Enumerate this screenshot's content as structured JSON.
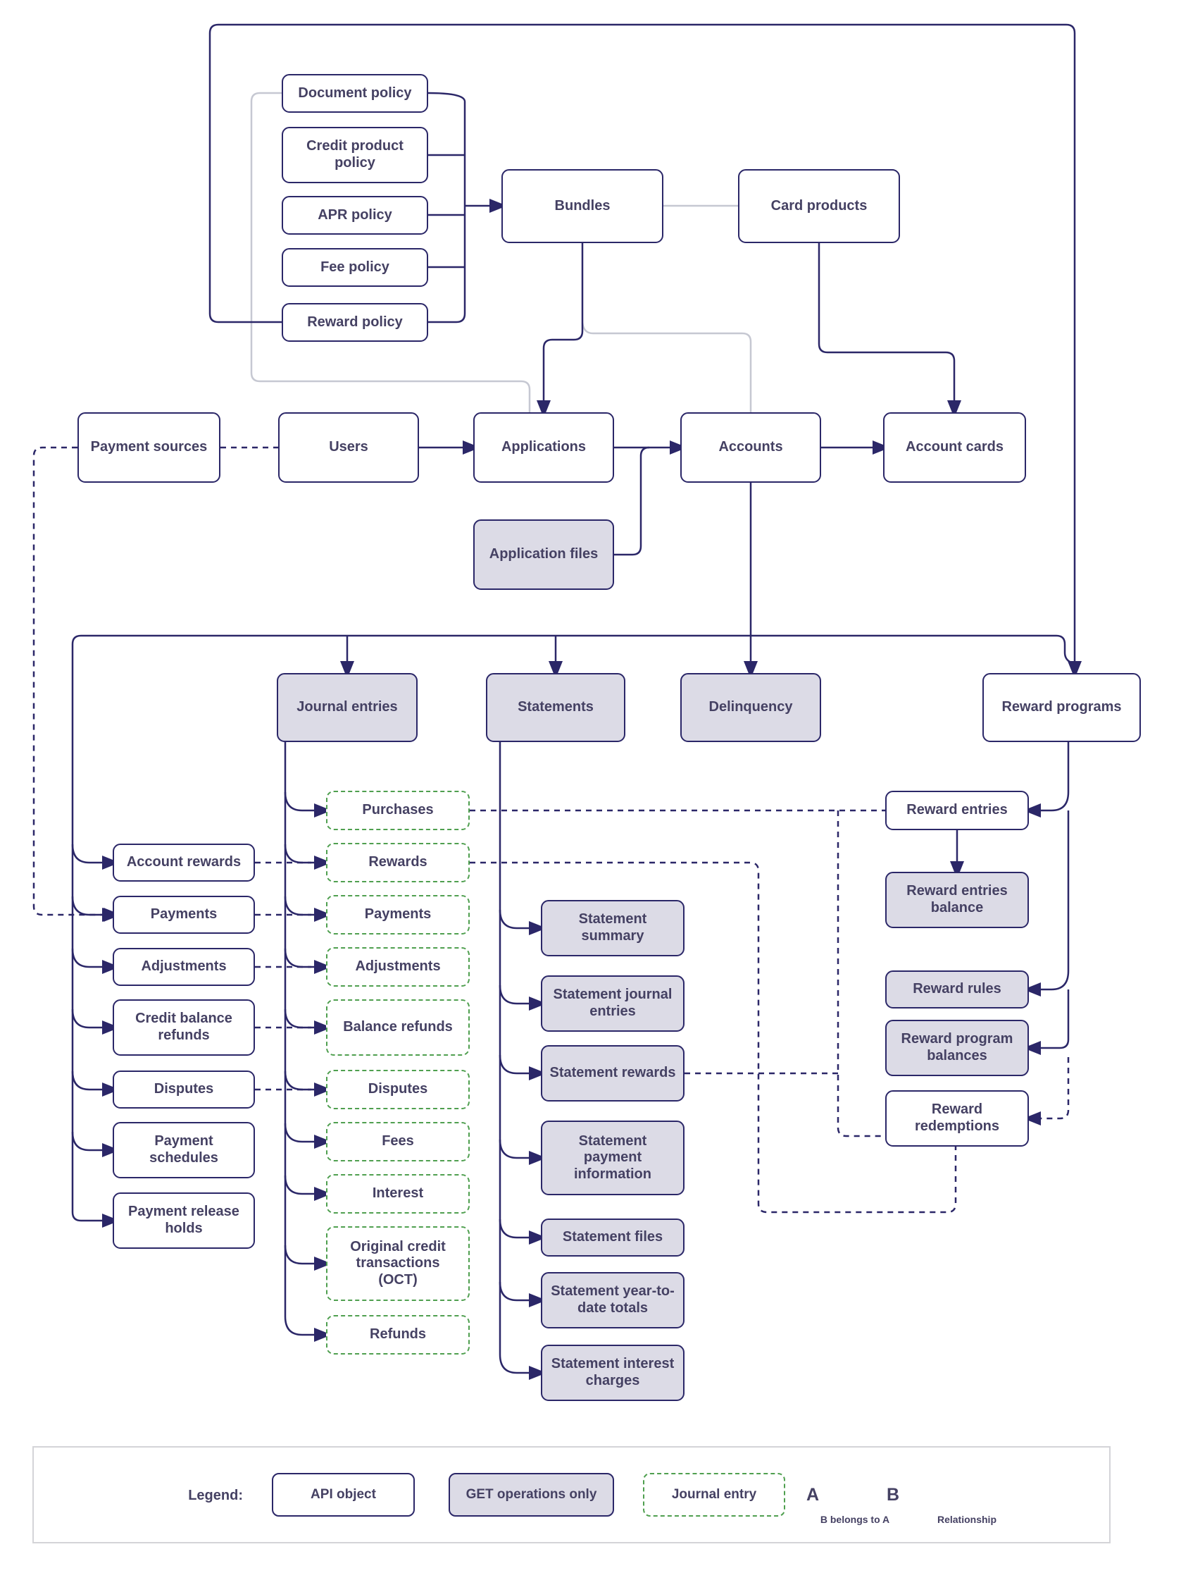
{
  "colors": {
    "navy_line": "#2b2768",
    "green_dashed": "#4f9f4f",
    "gray_fill": "#dcdbe6",
    "gray_line": "#c6c8d2",
    "text": "#454163",
    "legend_border": "#d4d4d8",
    "background": "#ffffff"
  },
  "nodes": {
    "document_policy": {
      "label": "Document policy"
    },
    "credit_product_policy": {
      "label": "Credit product policy"
    },
    "apr_policy": {
      "label": "APR policy"
    },
    "fee_policy": {
      "label": "Fee policy"
    },
    "reward_policy": {
      "label": "Reward policy"
    },
    "bundles": {
      "label": "Bundles"
    },
    "card_products": {
      "label": "Card products"
    },
    "payment_sources": {
      "label": "Payment sources"
    },
    "users": {
      "label": "Users"
    },
    "applications": {
      "label": "Applications"
    },
    "accounts": {
      "label": "Accounts"
    },
    "account_cards": {
      "label": "Account cards"
    },
    "application_files": {
      "label": "Application files"
    },
    "journal_entries": {
      "label": "Journal entries"
    },
    "statements": {
      "label": "Statements"
    },
    "delinquency": {
      "label": "Delinquency"
    },
    "reward_programs": {
      "label": "Reward programs"
    },
    "account_rewards": {
      "label": "Account rewards"
    },
    "payments": {
      "label": "Payments"
    },
    "adjustments": {
      "label": "Adjustments"
    },
    "credit_balance_refunds": {
      "label": "Credit balance refunds"
    },
    "disputes": {
      "label": "Disputes"
    },
    "payment_schedules": {
      "label": "Payment schedules"
    },
    "payment_release_holds": {
      "label": "Payment release holds"
    },
    "je_purchases": {
      "label": "Purchases"
    },
    "je_rewards": {
      "label": "Rewards"
    },
    "je_payments": {
      "label": "Payments"
    },
    "je_adjustments": {
      "label": "Adjustments"
    },
    "je_balance_refunds": {
      "label": "Balance refunds"
    },
    "je_disputes": {
      "label": "Disputes"
    },
    "je_fees": {
      "label": "Fees"
    },
    "je_interest": {
      "label": "Interest"
    },
    "je_original_credit_transactions": {
      "label": "Original credit transactions (OCT)"
    },
    "je_refunds": {
      "label": "Refunds"
    },
    "statement_summary": {
      "label": "Statement summary"
    },
    "statement_journal_entries": {
      "label": "Statement journal entries"
    },
    "statement_rewards": {
      "label": "Statement rewards"
    },
    "statement_payment_information": {
      "label": "Statement payment information"
    },
    "statement_files": {
      "label": "Statement files"
    },
    "statement_year_to_date_totals": {
      "label": "Statement year-to-date totals"
    },
    "statement_interest_charges": {
      "label": "Statement interest charges"
    },
    "reward_entries": {
      "label": "Reward entries"
    },
    "reward_entries_balance": {
      "label": "Reward entries balance"
    },
    "reward_rules": {
      "label": "Reward rules"
    },
    "reward_program_balances": {
      "label": "Reward program balances"
    },
    "reward_redemptions": {
      "label": "Reward redemptions"
    }
  },
  "legend": {
    "title": "Legend:",
    "api_object": "API object",
    "get_operations": "GET operations only",
    "journal_entry": "Journal entry",
    "a": "A",
    "b": "B",
    "belongs_caption": "B belongs to A",
    "relationship_caption": "Relationship"
  }
}
